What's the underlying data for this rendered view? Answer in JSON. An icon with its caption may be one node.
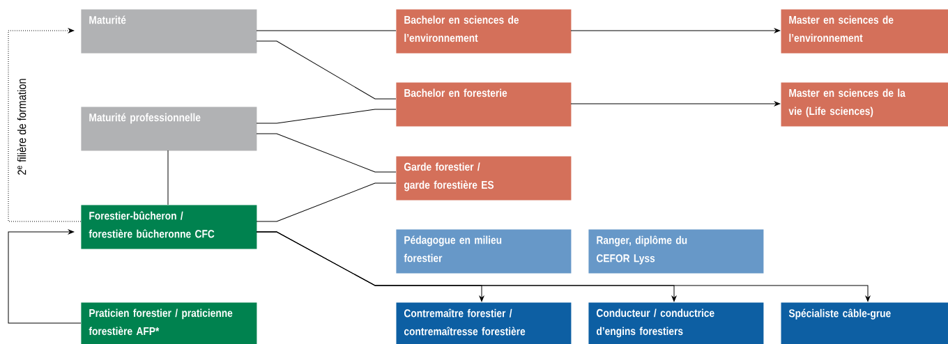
{
  "diagram": {
    "nodes": [
      {
        "text": [
          "Maturité"
        ]
      },
      {
        "text": [
          "Maturité professionnelle"
        ]
      },
      {
        "text": [
          "Forestier-bûcheron / forestière bûcheronne CFC"
        ]
      },
      {
        "text": [
          "Praticien forestier / praticienne forestière AFP*"
        ]
      },
      {
        "text": [
          "Bachelor en sciences de l’environnement"
        ]
      },
      {
        "text": [
          "Bachelor en foresterie"
        ]
      },
      {
        "text": [
          "Garde forestier / garde forestière ES"
        ]
      },
      {
        "text": [
          "Pédagogue en milieu forestier"
        ]
      },
      {
        "text": [
          "Ranger, diplôme du CEFOR Lyss"
        ]
      },
      {
        "text": [
          "Contremaître forestier / contremaîtresse forestière"
        ]
      },
      {
        "text": [
          "Conducteur / conductrice d’engins forestiers"
        ]
      },
      {
        "text": [
          "Spécialiste câble-grue"
        ]
      },
      {
        "text": [
          "Master en sciences de l’environnement"
        ]
      },
      {
        "text": [
          "Master en sciences de la vie (Life sciences)"
        ]
      }
    ],
    "edges": [
      {
        "from": 0,
        "to": 4,
        "arrow": "none"
      },
      {
        "from": 0,
        "to": 5,
        "arrow": "none"
      },
      {
        "from": 1,
        "to": 5,
        "arrow": "none"
      },
      {
        "from": 1,
        "to": 6,
        "arrow": "none"
      },
      {
        "from": 1,
        "to": 2,
        "arrow": "none"
      },
      {
        "from": 2,
        "to": 6,
        "arrow": "none"
      },
      {
        "from": 2,
        "to": 9,
        "arrow": "to"
      },
      {
        "from": 2,
        "to": 10,
        "arrow": "to"
      },
      {
        "from": 2,
        "to": 11,
        "arrow": "to"
      },
      {
        "from": 4,
        "to": 12,
        "arrow": "to"
      },
      {
        "from": 5,
        "to": 13,
        "arrow": "to"
      },
      {
        "from": 2,
        "to": 0,
        "arrow": "to",
        "style": "dashed",
        "label": "2$^{e}$ filière de formation"
      },
      {
        "from": 3,
        "to": 2,
        "arrow": "to"
      }
    ]
  }
}
